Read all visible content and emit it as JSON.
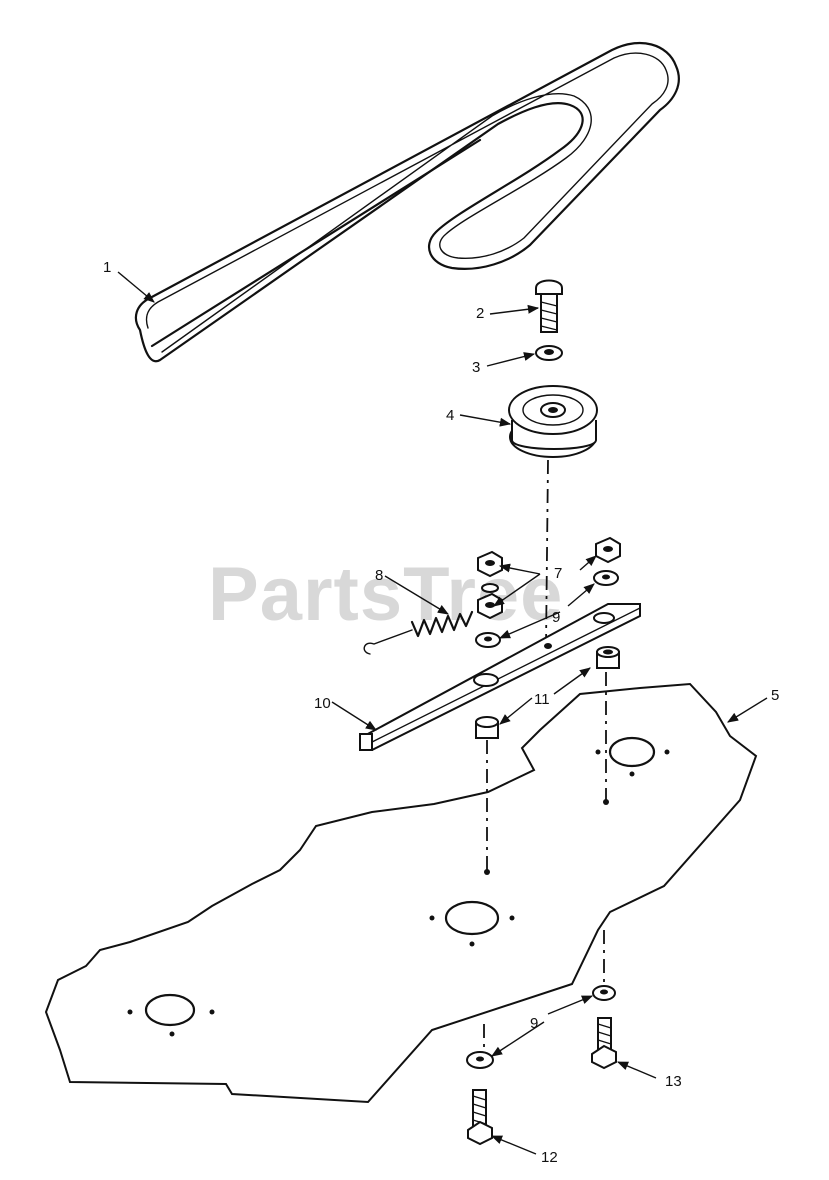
{
  "watermark": "PartsTree",
  "callouts": {
    "c1": "1",
    "c2": "2",
    "c3": "3",
    "c4": "4",
    "c5": "5",
    "c7": "7",
    "c8": "8",
    "c9a": "9",
    "c9b": "9",
    "c10": "10",
    "c11": "11",
    "c12": "12",
    "c13": "13"
  }
}
